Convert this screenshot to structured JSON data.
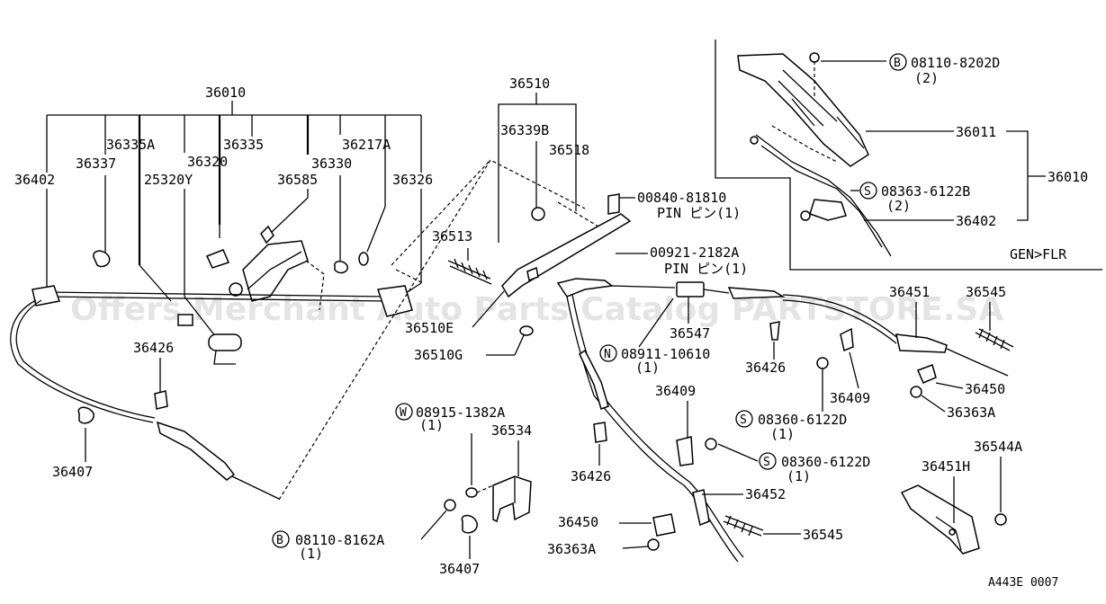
{
  "watermark": "Offers Merchant Auto Parts Catalog PARTSTORE.SA",
  "footer_code": "A443E 0007",
  "inset_caption": "GEN>FLR",
  "callouts": {
    "p36010_main": "36010",
    "p36335A": "36335A",
    "p36335": "36335",
    "p36337": "36337",
    "p36320": "36320",
    "p36217A": "36217A",
    "p36330": "36330",
    "p36402_main": "36402",
    "p25320Y": "25320Y",
    "p36585": "36585",
    "p36326": "36326",
    "p36426_a": "36426",
    "p36407_a": "36407",
    "p36510": "36510",
    "p36339B": "36339B",
    "p36518": "36518",
    "p36513": "36513",
    "p36510E": "36510E",
    "p36510G": "36510G",
    "p00840": "00840-81810",
    "p00840_pin": "PIN ピン(1)",
    "p00921": "00921-2182A",
    "p00921_pin": "PIN ピン(1)",
    "p36547": "36547",
    "p08911": "08911-10610",
    "p08911_qty": "(1)",
    "p36451": "36451",
    "p36545_a": "36545",
    "p36426_b": "36426",
    "p36409_a": "36409",
    "p36450_a": "36450",
    "p36363A_a": "36363A",
    "p08360_a": "08360-6122D",
    "p08360_a_qty": "(1)",
    "p36409_b": "36409",
    "p08360_b": "08360-6122D",
    "p08360_b_qty": "(1)",
    "p36544A": "36544A",
    "p36451H": "36451H",
    "p36426_c": "36426",
    "p36452": "36452",
    "p36450_b": "36450",
    "p36545_b": "36545",
    "p36363A_b": "36363A",
    "p08915": "08915-1382A",
    "p08915_qty": "(1)",
    "p36534": "36534",
    "p08110_8162": "08110-8162A",
    "p08110_8162_qty": "(1)",
    "p36407_b": "36407",
    "inset_08110": "08110-8202D",
    "inset_08110_qty": "(2)",
    "inset_36011": "36011",
    "inset_36010": "36010",
    "inset_08363": "08363-6122B",
    "inset_08363_qty": "(2)",
    "inset_36402": "36402"
  },
  "prefix_letters": {
    "B": "B",
    "S": "S",
    "N": "N",
    "W": "W"
  }
}
